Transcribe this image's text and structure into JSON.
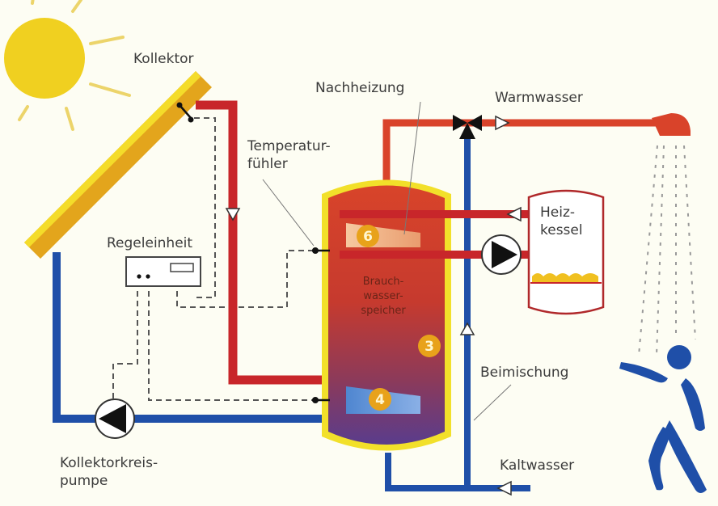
{
  "diagram": {
    "type": "solar-thermal-hot-water-system",
    "labels": {
      "collector": "Kollektor",
      "auxiliary_heating": "Nachheizung",
      "hot_water": "Warmwasser",
      "temperature_sensor_line1": "Temperatur-",
      "temperature_sensor_line2": "fühler",
      "control_unit": "Regeleinheit",
      "boiler_line1": "Heiz-",
      "boiler_line2": "kessel",
      "storage_line1": "Brauch-",
      "storage_line2": "wasser-",
      "storage_line3": "speicher",
      "mixing": "Beimischung",
      "cold_water": "Kaltwasser",
      "pump_line1": "Kollektorkreis-",
      "pump_line2": "pumpe"
    },
    "markers": {
      "upper_heat_exchanger": "6",
      "storage": "3",
      "lower_heat_exchanger": "4"
    },
    "colors": {
      "hot_pipe": "#c8262a",
      "warm_pipe": "#d9432a",
      "cold_pipe": "#1f4fa8",
      "collector_face": "#f1d21f",
      "collector_side": "#e3a51c",
      "sun": "#f0d020",
      "tank_outline": "#f2e02a",
      "tank_top": "#d6402a",
      "tank_bottom": "#6a3e8a",
      "marker": "#e8a21a",
      "person": "#1f4fa8"
    }
  }
}
